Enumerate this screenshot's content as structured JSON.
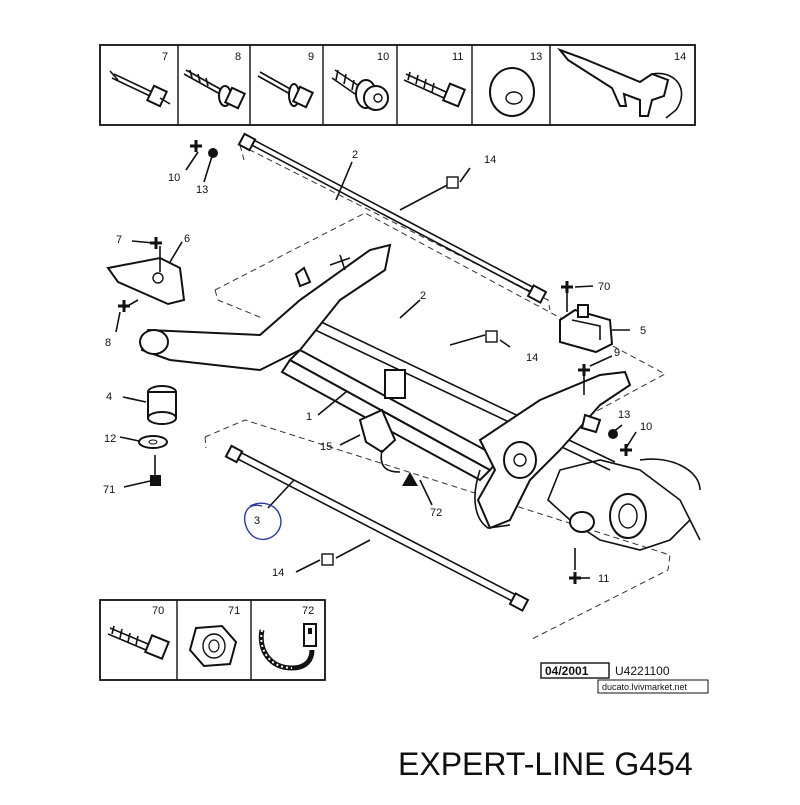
{
  "top_boxes": [
    {
      "num": "7",
      "icon": "bolt-icon"
    },
    {
      "num": "8",
      "icon": "flange-bolt-icon"
    },
    {
      "num": "9",
      "icon": "bolt-washer-icon"
    },
    {
      "num": "10",
      "icon": "nut-bolt-icon"
    },
    {
      "num": "11",
      "icon": "hex-bolt-icon"
    },
    {
      "num": "13",
      "icon": "round-washer-icon"
    },
    {
      "num": "14",
      "icon": "bracket-clip-icon"
    }
  ],
  "bottom_boxes": [
    {
      "num": "70",
      "icon": "long-bolt-icon"
    },
    {
      "num": "71",
      "icon": "hex-nut-icon"
    },
    {
      "num": "72",
      "icon": "cable-tie-icon"
    }
  ],
  "callouts": {
    "c1": "1",
    "c2a": "2",
    "c2b": "2",
    "c3": "3",
    "c4": "4",
    "c5": "5",
    "c6": "6",
    "c7": "7",
    "c8": "8",
    "c9": "9",
    "c10a": "10",
    "c10b": "10",
    "c11": "11",
    "c12": "12",
    "c13a": "13",
    "c13b": "13",
    "c14a": "14",
    "c14b": "14",
    "c14c": "14",
    "c15": "15",
    "c70": "70",
    "c71": "71",
    "c72": "72"
  },
  "footer": {
    "date": "04/2001",
    "ref": "U4221100",
    "site": "ducato.lvivmarket.net",
    "product": "EXPERT-LINE G454"
  }
}
